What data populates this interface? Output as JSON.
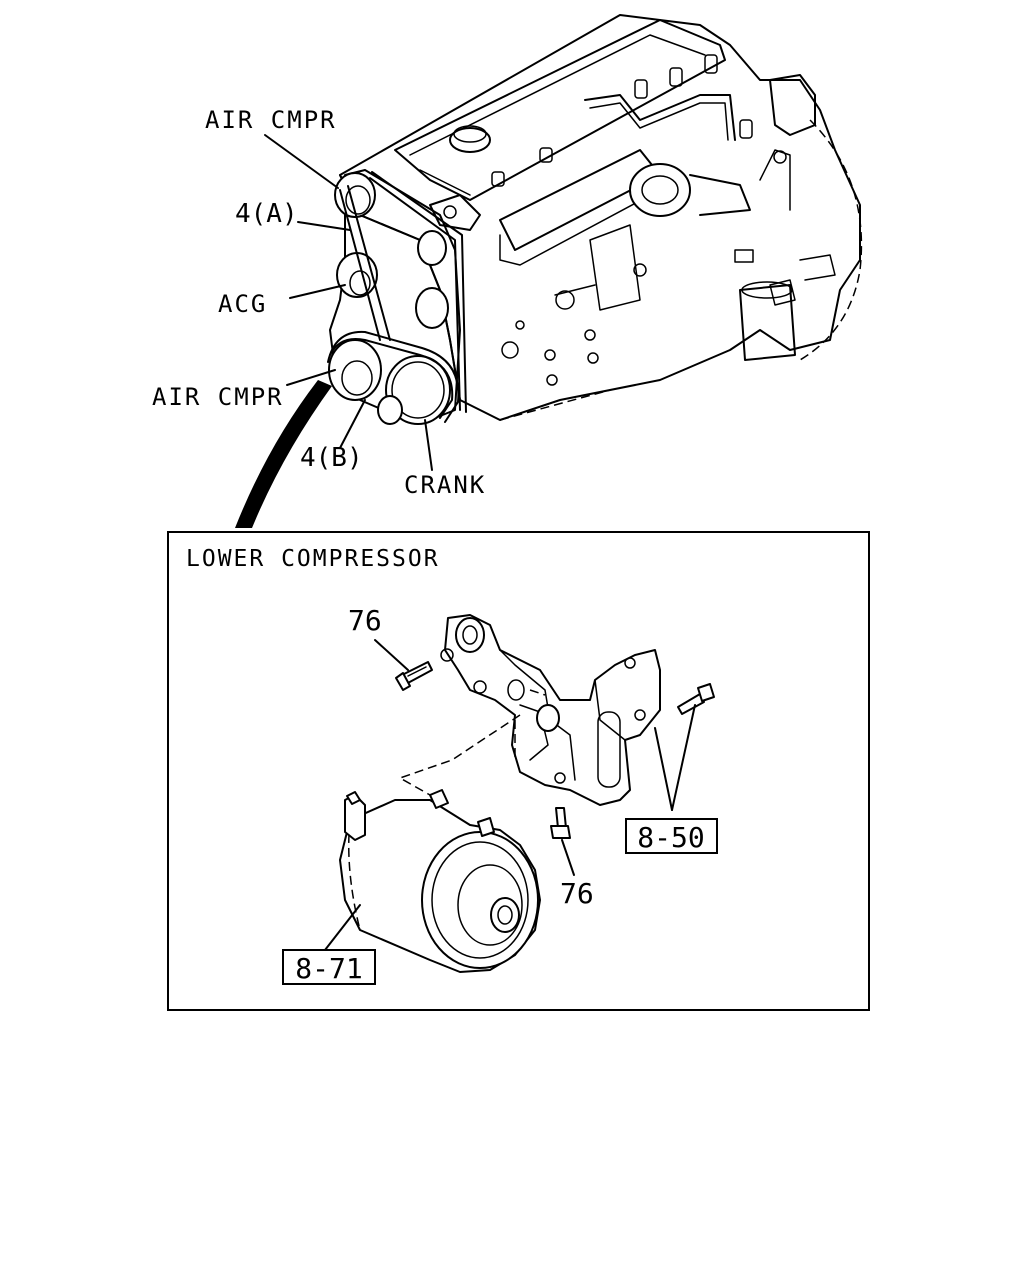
{
  "engine_labels": {
    "air_cmpr_upper": "AIR CMPR",
    "belt_a": "4(A)",
    "acg": "ACG",
    "air_cmpr_lower": "AIR CMPR",
    "belt_b": "4(B)",
    "crank": "CRANK"
  },
  "detail": {
    "title": "LOWER COMPRESSOR",
    "bolt_upper": "76",
    "bolt_lower": "76",
    "ref_bracket": "8-50",
    "ref_compressor": "8-71"
  }
}
